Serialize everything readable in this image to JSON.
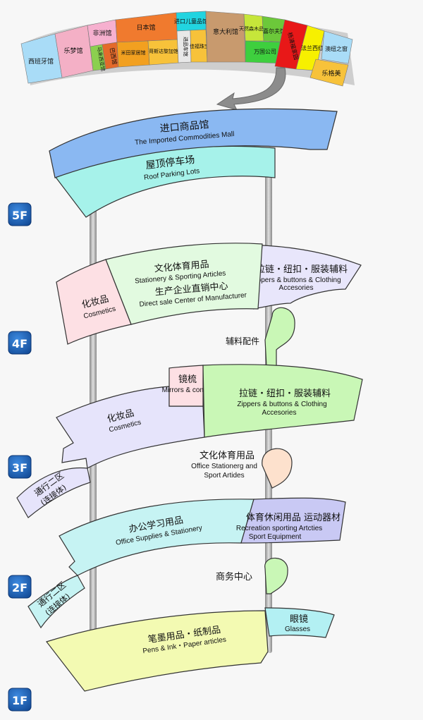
{
  "top_map": {
    "stores": [
      {
        "key": "spain",
        "label": "西班牙馆",
        "color": "#a9dcf7"
      },
      {
        "key": "lemeng",
        "label": "乐梦馆",
        "color": "#f4b0c6"
      },
      {
        "key": "africa",
        "label": "非洲馆",
        "color": "#f6b0cf"
      },
      {
        "key": "malaysia",
        "label": "马来西亚馆",
        "color": "#8ccf4f"
      },
      {
        "key": "brazil",
        "label": "巴西馆",
        "color": "#e46a2a"
      },
      {
        "key": "japan",
        "label": "日本馆",
        "color": "#f07a2e"
      },
      {
        "key": "mitian",
        "label": "米田家居馆",
        "color": "#f2a020"
      },
      {
        "key": "costa",
        "label": "哥斯达黎加馆",
        "color": "#f7c23a"
      },
      {
        "key": "kids",
        "label": "进口儿童品馆",
        "color": "#22d4e0"
      },
      {
        "key": "car",
        "label": "进品车馆",
        "color": "#e8e8e8"
      },
      {
        "key": "jiafu",
        "label": "佳福珠宝",
        "color": "#f7c23a"
      },
      {
        "key": "italy",
        "label": "意大利馆",
        "color": "#c89a6e"
      },
      {
        "key": "tianran",
        "label": "天然森木品行",
        "color": "#c6e63a"
      },
      {
        "key": "xier",
        "label": "喜尔夫馆",
        "color": "#6cc83a"
      },
      {
        "key": "wanguo",
        "label": "万国公司",
        "color": "#3ecf3e"
      },
      {
        "key": "shanghai",
        "label": "杨浦福家园",
        "color": "#e81818"
      },
      {
        "key": "falan",
        "label": "法兰西红酒",
        "color": "#f7f000"
      },
      {
        "key": "aozhou",
        "label": "澳纽之窗",
        "color": "#a9dcf7"
      },
      {
        "key": "legemei",
        "label": "乐格美",
        "color": "#f7c23a"
      }
    ]
  },
  "floors": {
    "f5": {
      "badge": "5F",
      "top": {
        "zh": "进口商品馆",
        "en": "The Imported Commodities Mall"
      },
      "bottom": {
        "zh": "屋顶停车场",
        "en": "Roof Parking Lots"
      }
    },
    "f4": {
      "badge": "4F",
      "cosmetics": {
        "zh": "化妆品",
        "en": "Cosmetics"
      },
      "stationery": {
        "zh": "文化体育用品",
        "en": "Stationery & Sporting Articles"
      },
      "direct": {
        "zh": "生产企业直销中心",
        "en": "Direct sale Center of Manufacturer"
      },
      "zippers": {
        "zh": "拉链・纽扣・服装辅料",
        "en1": "Zippers & buttons & Clothing",
        "en2": "Accesories"
      },
      "accessory": {
        "zh": "辅料配件"
      }
    },
    "f3": {
      "badge": "3F",
      "mirrors": {
        "zh": "镜梳",
        "en": "Mirrors & combs"
      },
      "zippers": {
        "zh": "拉链・纽扣・服装辅料",
        "en1": "Zippers & buttons & Clothing",
        "en2": "Accesories"
      },
      "cosmetics": {
        "zh": "化妆品",
        "en": "Cosmetics"
      },
      "passage": {
        "zh1": "通行二区",
        "zh2": "(连接体)"
      },
      "office": {
        "zh": "文化体育用品",
        "en1": "Office Stationerg and",
        "en2": "Sport Artides"
      }
    },
    "f2": {
      "badge": "2F",
      "office": {
        "zh": "办公学习用品",
        "en": "Office Supplies & Stationery"
      },
      "sports": {
        "zh": "体育休闲用品 运动器材",
        "en1": "Recreation sporting Artcties",
        "en2": "Sport Equipment"
      },
      "passage": {
        "zh1": "通行二区",
        "zh2": "(连接体)"
      },
      "business": {
        "zh": "商务中心"
      }
    },
    "f1": {
      "badge": "1F",
      "glasses": {
        "zh": "眼镜",
        "en": "Glasses"
      },
      "pens": {
        "zh": "笔墨用品・纸制品",
        "en": "Pens & Ink・Paper articles"
      }
    }
  },
  "colors": {
    "badge": "#1a5aa8",
    "f5_top": "#8ab8f2",
    "f5_bottom": "#a6f2ea",
    "f4_cosmetics": "#fde0e4",
    "f4_stationery": "#e2fae0",
    "f4_zippers": "#e8e6fb",
    "f3_main": "#e6e4fb",
    "f3_mirrors": "#fde0e4",
    "f3_zippers": "#c9f7b6",
    "f3_bubble": "#fde1cd",
    "f2_main": "#c6f3f3",
    "f2_sports": "#c9c9f4",
    "f1_main": "#f3fab2",
    "f1_glasses": "#b3f0f3",
    "bubble_green": "#c9f7b6"
  }
}
